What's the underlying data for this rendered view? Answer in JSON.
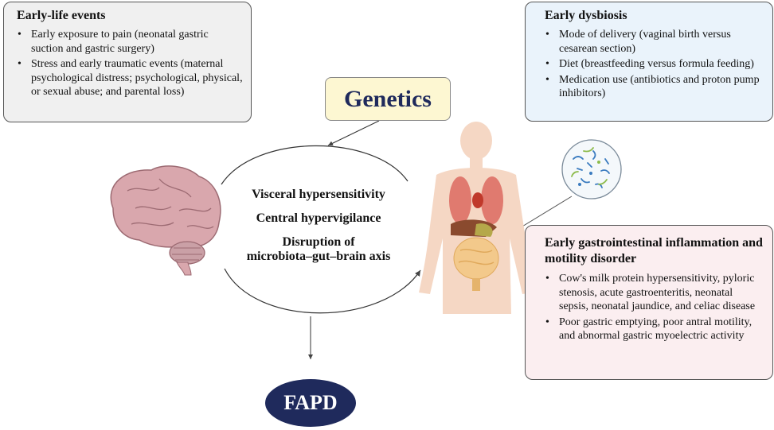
{
  "early_life": {
    "title": "Early-life events",
    "items": [
      "Early exposure to pain (neonatal gastric suction and gastric surgery)",
      "Stress and early traumatic events (maternal psychological distress; psychological, physical, or sexual abuse; and parental loss)"
    ]
  },
  "early_dysbiosis": {
    "title": "Early dysbiosis",
    "items": [
      "Mode of delivery (vaginal birth versus cesarean section)",
      "Diet (breastfeeding versus formula feeding)",
      "Medication use (antibiotics and proton pump inhibitors)"
    ]
  },
  "early_gi": {
    "title": "Early gastrointestinal inflammation and motility disorder",
    "items": [
      "Cow's milk protein hypersensitivity, pyloric stenosis, acute gastroenteritis, neonatal sepsis, neonatal jaundice, and celiac disease",
      "Poor gastric emptying, poor antral motility, and abnormal gastric myoelectric activity"
    ]
  },
  "genetics": "Genetics",
  "center": {
    "line1": "Visceral hypersensitivity",
    "line2": "Central hypervigilance",
    "line3": "Disruption of",
    "line4": "microbiota–gut–brain axis"
  },
  "outcome": "FAPD",
  "colors": {
    "navy": "#1f2a5c",
    "genetics_fill": "#fdf7d2",
    "early_life_fill": "#f0f0f0",
    "dysbiosis_fill": "#eaf3fb",
    "gi_fill": "#fbeef0"
  }
}
